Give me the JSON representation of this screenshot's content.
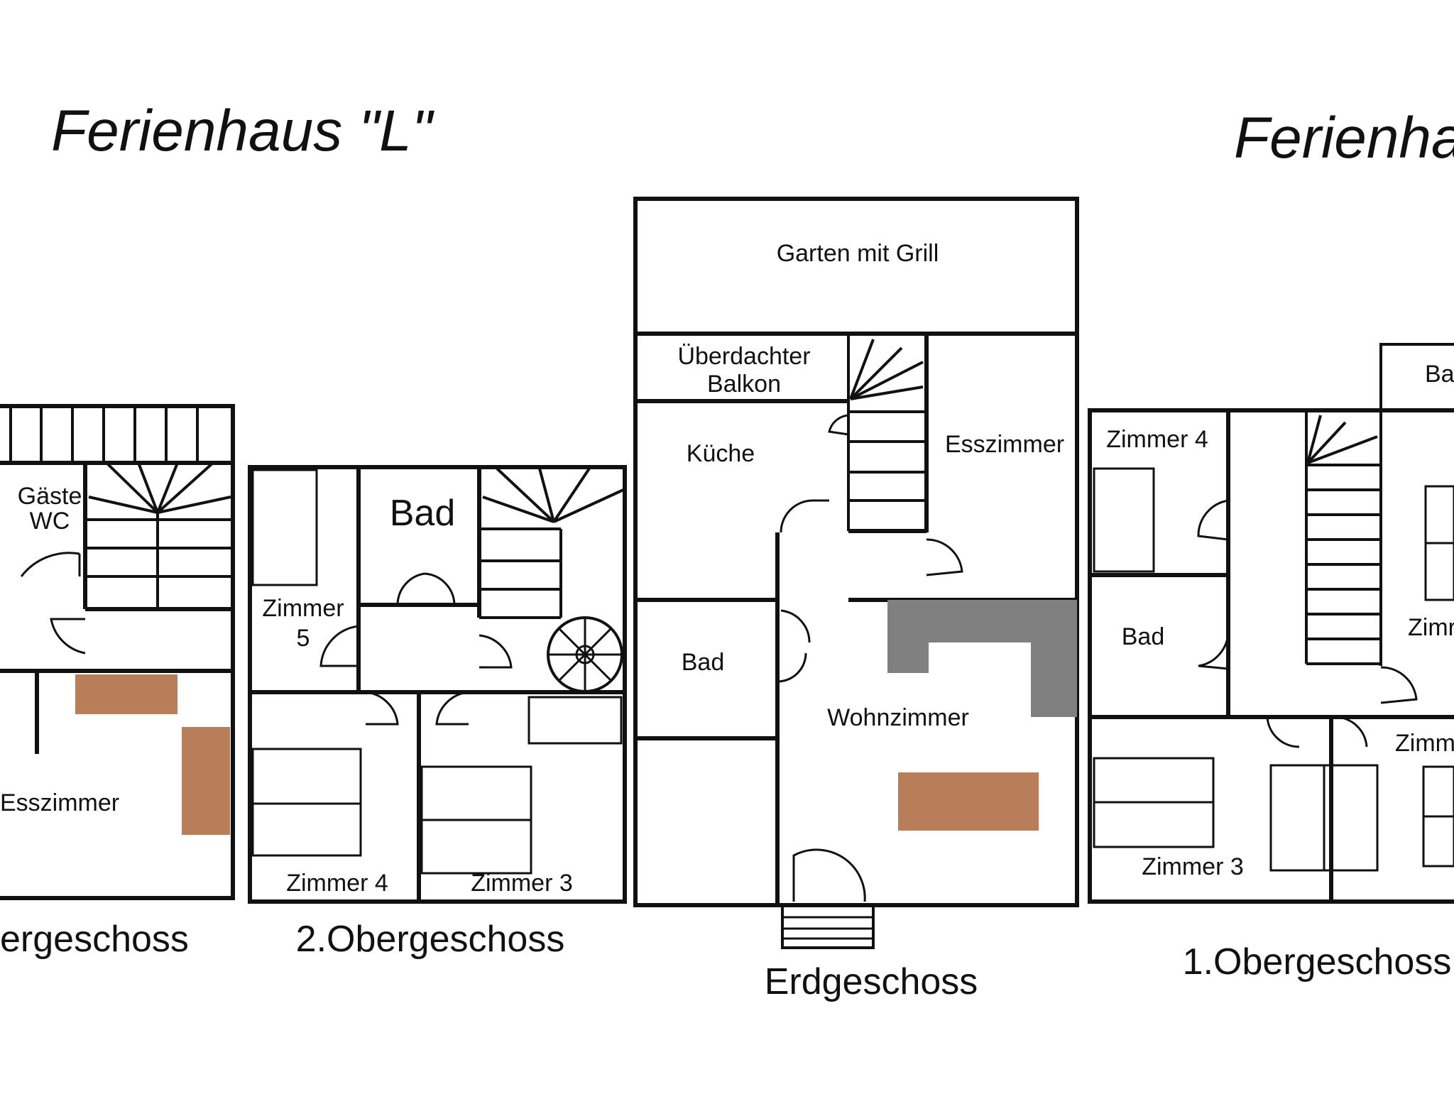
{
  "titles": {
    "left": "Ferienhaus \"L\"",
    "right": "Ferienha"
  },
  "floors": {
    "left_partial": "ergeschoss",
    "second": "2.Obergeschoss",
    "ground": "Erdgeschoss",
    "first": "1.Obergeschoss"
  },
  "rooms": {
    "gaeste_1": "Gäste",
    "gaeste_2": "WC",
    "esszimmer_left": "Esszimmer",
    "bad_2og": "Bad",
    "zimmer5_1": "Zimmer",
    "zimmer5_2": "5",
    "zimmer4_2og": "Zimmer 4",
    "zimmer3_2og": "Zimmer 3",
    "garten": "Garten mit Grill",
    "balkon_1": "Überdachter",
    "balkon_2": "Balkon",
    "kueche": "Küche",
    "esszimmer_eg": "Esszimmer",
    "bad_eg": "Bad",
    "wohnzimmer": "Wohnzimmer",
    "zimmer4_1og": "Zimmer 4",
    "bad_1og": "Bad",
    "zimmer3_1og": "Zimmer 3",
    "ba_right": "Ba",
    "zimm_right_1": "Zimr",
    "zimm_right_2": "Zimm"
  },
  "colors": {
    "bed": "#c8c0e4",
    "table": "#b87e5a",
    "kitchen_block": "#808080",
    "wall": "#111111"
  }
}
